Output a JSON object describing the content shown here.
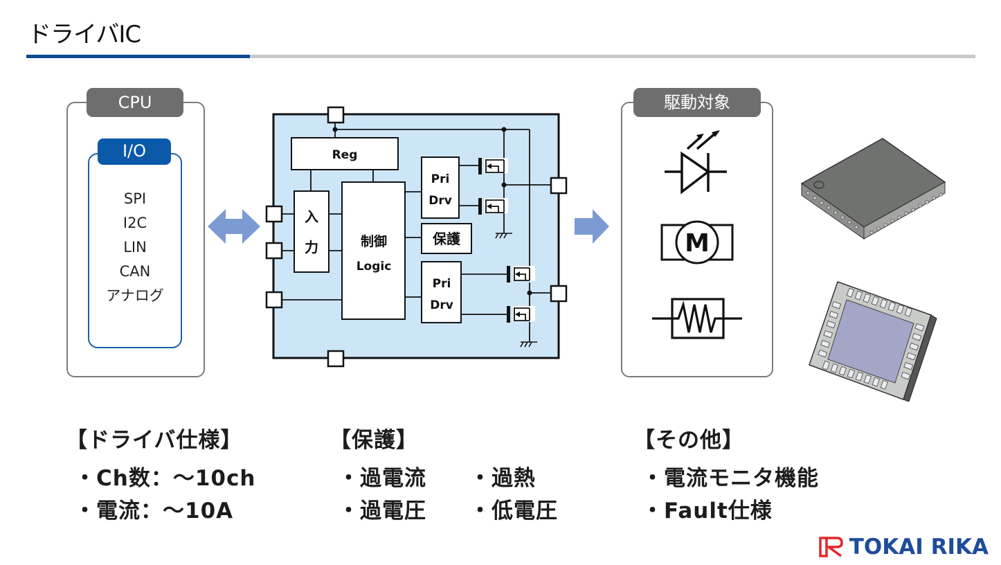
{
  "header": {
    "title": "ドライバIC"
  },
  "cpu": {
    "tag": "CPU",
    "io_tag": "I/O",
    "interfaces": [
      "SPI",
      "I2C",
      "LIN",
      "CAN",
      "アナログ"
    ]
  },
  "ic_block": {
    "reg_label": "Reg",
    "input_label_line1": "入",
    "input_label_line2": "力",
    "logic_label_line1": "制御",
    "logic_label_line2": "Logic",
    "protect_label": "保護",
    "predriver_top_line1": "Pri",
    "predriver_top_line2": "Drv",
    "predriver_bottom_line1": "Pri",
    "predriver_bottom_line2": "Drv",
    "fill_color": "#cde6f7"
  },
  "arrows": {
    "bidirectional_color": "#7b9bd2",
    "forward_color": "#7b9bd2"
  },
  "targets": {
    "tag": "駆動対象",
    "items": [
      "led-symbol",
      "motor-symbol",
      "heater-resistor-symbol"
    ],
    "motor_letter": "M"
  },
  "specs": {
    "driver": {
      "heading": "【ドライバ仕様】",
      "items": [
        "・Ch数：～10ch",
        "・電流：～10A"
      ]
    },
    "protection": {
      "heading": "【保護】",
      "items": [
        "・過電流",
        "・過熱",
        "・過電圧",
        "・低電圧"
      ]
    },
    "other": {
      "heading": "【その他】",
      "items": [
        "・電流モニタ機能",
        "・Fault仕様"
      ]
    }
  },
  "brand": {
    "name": "TOKAI RIKA",
    "primary_color": "#1e4c9a",
    "mark_color": "#e3262b"
  },
  "colors": {
    "accent_blue": "#0d4a94",
    "divider_gray": "#c9c9c9"
  }
}
